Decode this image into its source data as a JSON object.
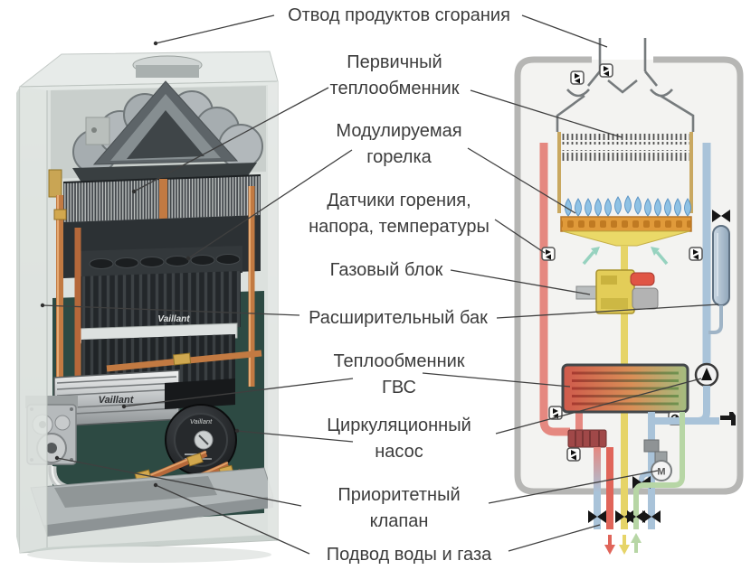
{
  "labels": [
    {
      "id": "flue-gas-outlet",
      "text": "Отвод продуктов сгорания"
    },
    {
      "id": "primary-heat-exchanger",
      "text": "Первичный\nтеплообменник"
    },
    {
      "id": "modulating-burner",
      "text": "Модулируемая\nгорелка"
    },
    {
      "id": "combustion-pressure-temperature-sensors",
      "text": "Датчики горения,\nнапора, температуры"
    },
    {
      "id": "gas-block",
      "text": "Газовый блок"
    },
    {
      "id": "expansion-tank",
      "text": "Расширительный бак"
    },
    {
      "id": "dhw-heat-exchanger",
      "text": "Теплообменник\nГВС"
    },
    {
      "id": "circulation-pump",
      "text": "Циркуляционный\nнасос"
    },
    {
      "id": "priority-valve",
      "text": "Приоритетный\nклапан"
    },
    {
      "id": "water-and-gas-supply",
      "text": "Подвод воды и газа"
    }
  ],
  "photo": {
    "brand": "Vaillant"
  },
  "schematic": {
    "motor_label": "M"
  },
  "colors": {
    "label_text": "#3c3c3c",
    "leader_line": "#3f3f3f",
    "case_border": "#b6b6b4",
    "case_fill": "#f3f3f1",
    "heating_pipe_red": "#e58880",
    "heating_pipe_blue": "#a9c3d9",
    "gas_pipe_yellow": "#e6d468",
    "dhw_pipe_green": "#b7d6a5",
    "burner_orange": "#e09a3a",
    "flame_blue": "#8fc2e4",
    "gas_valve_yellow": "#e3cd58",
    "gas_valve_red": "#e05545"
  }
}
